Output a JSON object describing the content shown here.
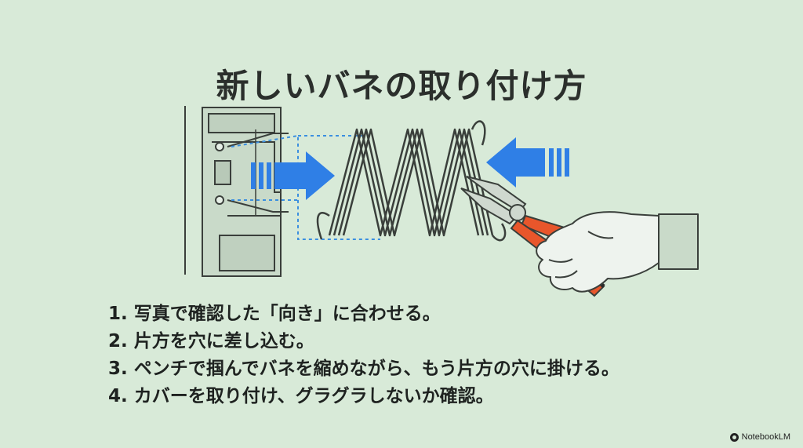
{
  "slide": {
    "title": "新しいバネの取り付け方",
    "steps": [
      "1. 写真で確認した「向き」に合わせる。",
      "2. 片方を穴に差し込む。",
      "3. ペンチで掴んでバネを縮めながら、もう片方の穴に掛ける。",
      "4. カバーを取り付け、グラグラしないか確認。"
    ]
  },
  "illustration": {
    "icons": [
      "door-latch-panel",
      "coil-spring",
      "push-arrow-right",
      "push-arrow-left",
      "pliers",
      "hand"
    ],
    "colors": {
      "arrow": "#2f7fe6",
      "pliers_handle": "#e8562b",
      "line": "#3a3f3b",
      "dashed": "#3b8fe0"
    }
  },
  "footer": {
    "brand": "NotebookLM"
  }
}
